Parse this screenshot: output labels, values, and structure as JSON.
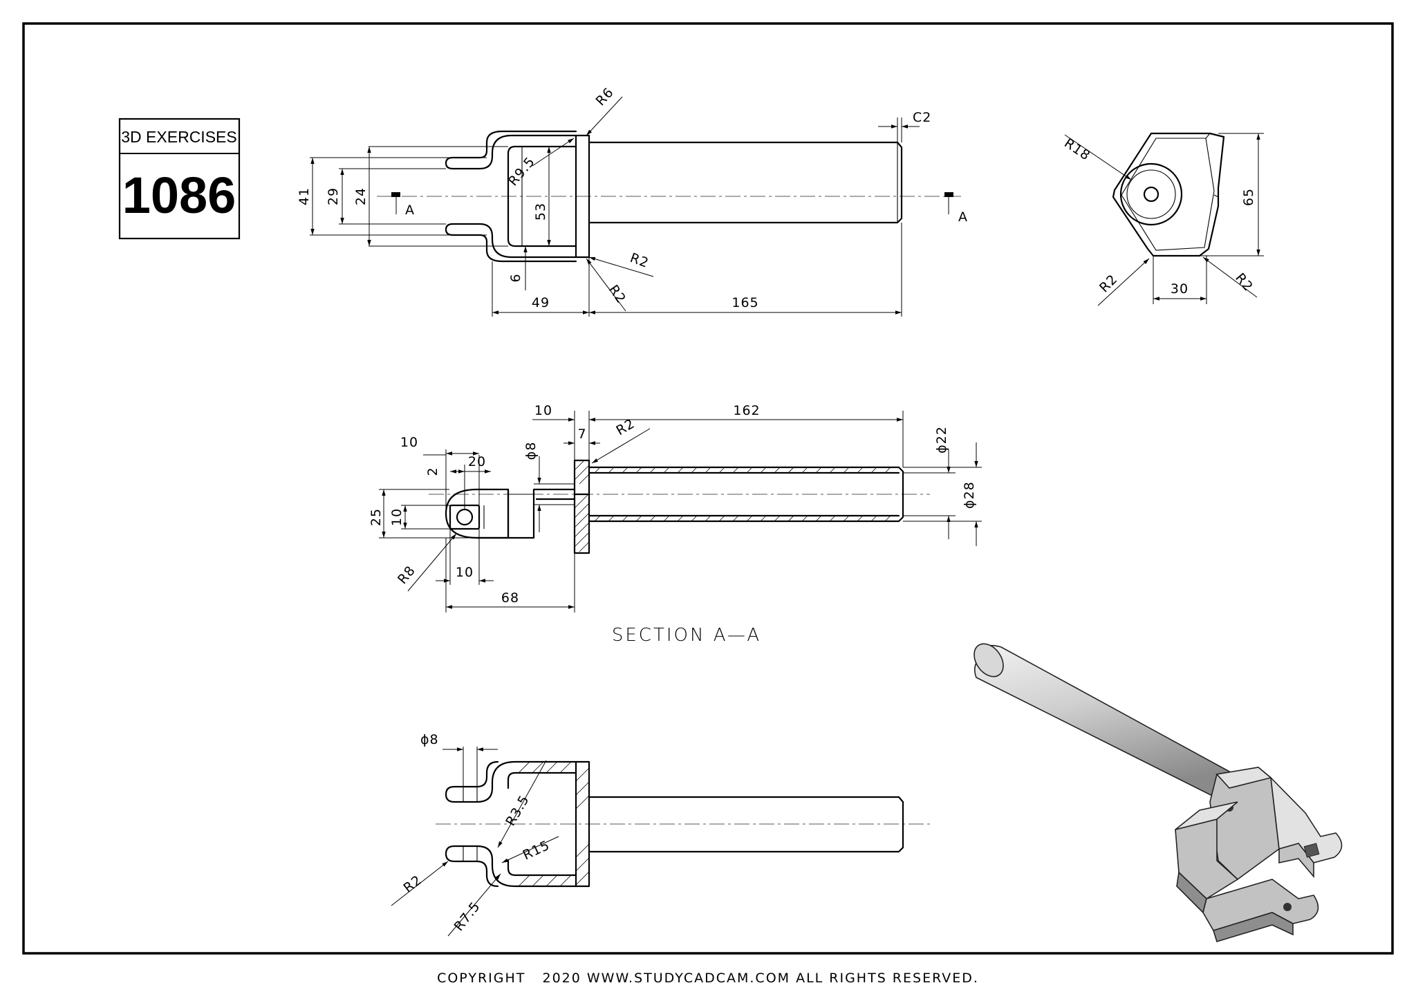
{
  "badge": {
    "label": "3D EXERCISES",
    "number": "1086"
  },
  "section_label": "SECTION A—A",
  "section_marker": "A",
  "copyright": "COPYRIGHT   2020 WWW.STUDYCADCAM.COM ALL RIGHTS RESERVED.",
  "dims": {
    "top_r6": "R6",
    "top_r9_5": "R9.5",
    "top_41": "41",
    "top_29": "29",
    "top_24": "24",
    "top_53": "53",
    "top_6": "6",
    "top_49": "49",
    "top_165": "165",
    "top_r2a": "R2",
    "top_r2b": "R2",
    "top_c2": "C2",
    "end_r18": "R18",
    "end_65": "65",
    "end_30": "30",
    "end_r2a": "R2",
    "end_r2b": "R2",
    "sec_10a": "10",
    "sec_162": "162",
    "sec_7": "7",
    "sec_r2": "R2",
    "sec_phi22": "ϕ22",
    "sec_phi28": "ϕ28",
    "sec_phi8": "ϕ8",
    "sec_10b": "10",
    "sec_2": "2",
    "sec_20": "20",
    "sec_25": "25",
    "sec_10c": "10",
    "sec_r8": "R8",
    "sec_10d": "10",
    "sec_68": "68",
    "bot_phi8": "ϕ8",
    "bot_r3_5": "R3.5",
    "bot_r15": "R15",
    "bot_r2": "R2",
    "bot_r7_5": "R7.5"
  }
}
